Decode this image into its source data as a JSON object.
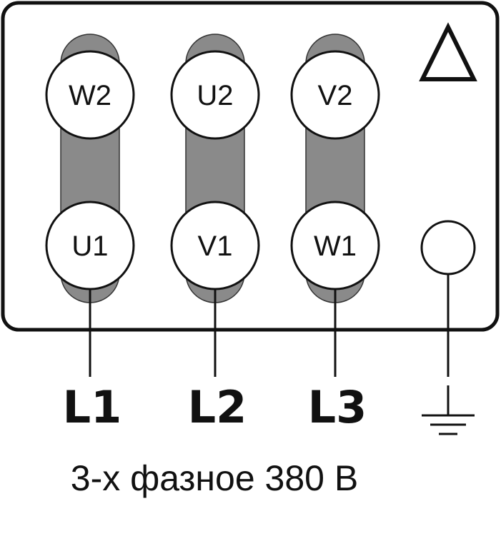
{
  "colors": {
    "outline": "#111111",
    "bridge": "#8a8a8a",
    "terminal_fill": "#ffffff",
    "background": "#ffffff"
  },
  "connection_symbol": "delta-triangle-icon",
  "terminals": {
    "top": [
      "W2",
      "U2",
      "V2"
    ],
    "bottom": [
      "U1",
      "V1",
      "W1"
    ]
  },
  "lines": [
    "L1",
    "L2",
    "L3"
  ],
  "ground": "ground-icon",
  "caption": "3-х фазное 380 В"
}
